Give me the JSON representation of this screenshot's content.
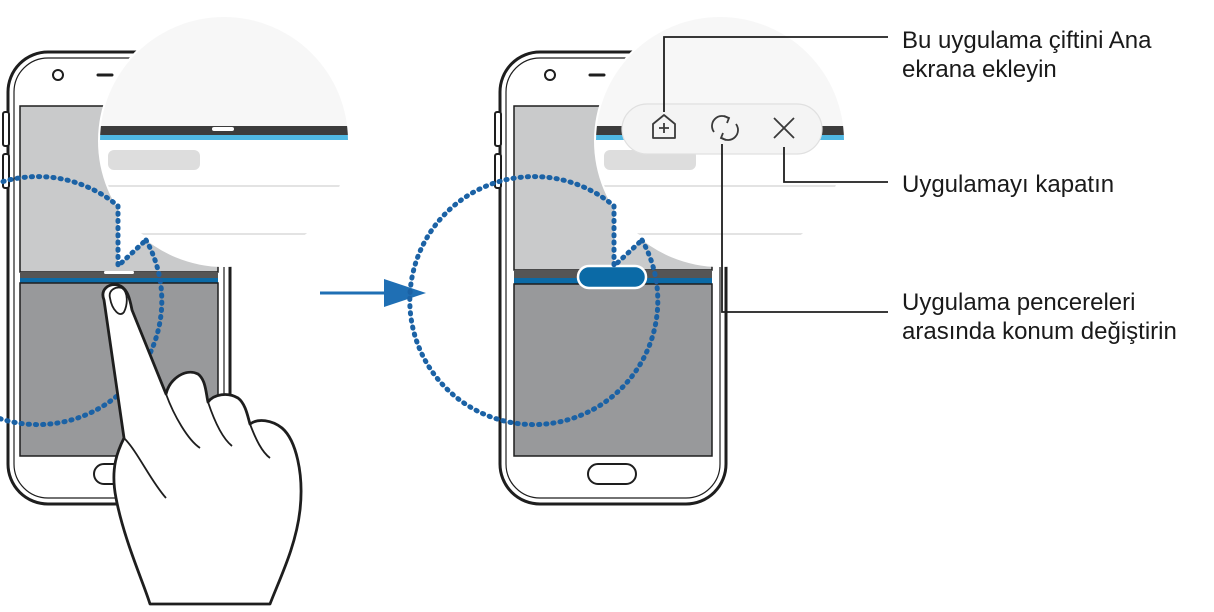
{
  "colors": {
    "phone_outline": "#1e1e1e",
    "screen_top": "#c9cacb",
    "screen_bottom": "#98999b",
    "divider_dark": "#555555",
    "divider_blue": "#0b6aa6",
    "accent_light_blue": "#4fb7e2",
    "magnifier_dots": "#1b62a5",
    "arrow": "#1f6fb4",
    "callout_text": "#1a1a1a"
  },
  "icons": {
    "add_to_home": "home-plus-icon",
    "swap": "rotate-arrows-icon",
    "close": "close-x-icon"
  },
  "callouts": {
    "add_to_home": {
      "line1": "Bu uygulama çiftini Ana",
      "line2": "ekrana ekleyin"
    },
    "close": {
      "line1": "Uygulamayı kapatın"
    },
    "swap": {
      "line1": "Uygulama pencereleri",
      "line2": "arasında konum değiştirin"
    }
  }
}
